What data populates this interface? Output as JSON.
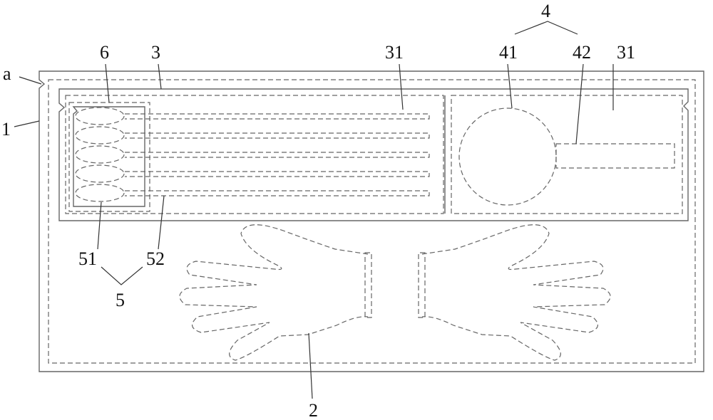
{
  "labels": {
    "a": "a",
    "one": "1",
    "six": "6",
    "three": "3",
    "thirtyone_left": "31",
    "four": "4",
    "fortyone": "41",
    "fortytwo": "42",
    "thirtyone_right": "31",
    "fiftyone": "51",
    "fiftytwo": "52",
    "five": "5",
    "two": "2"
  }
}
